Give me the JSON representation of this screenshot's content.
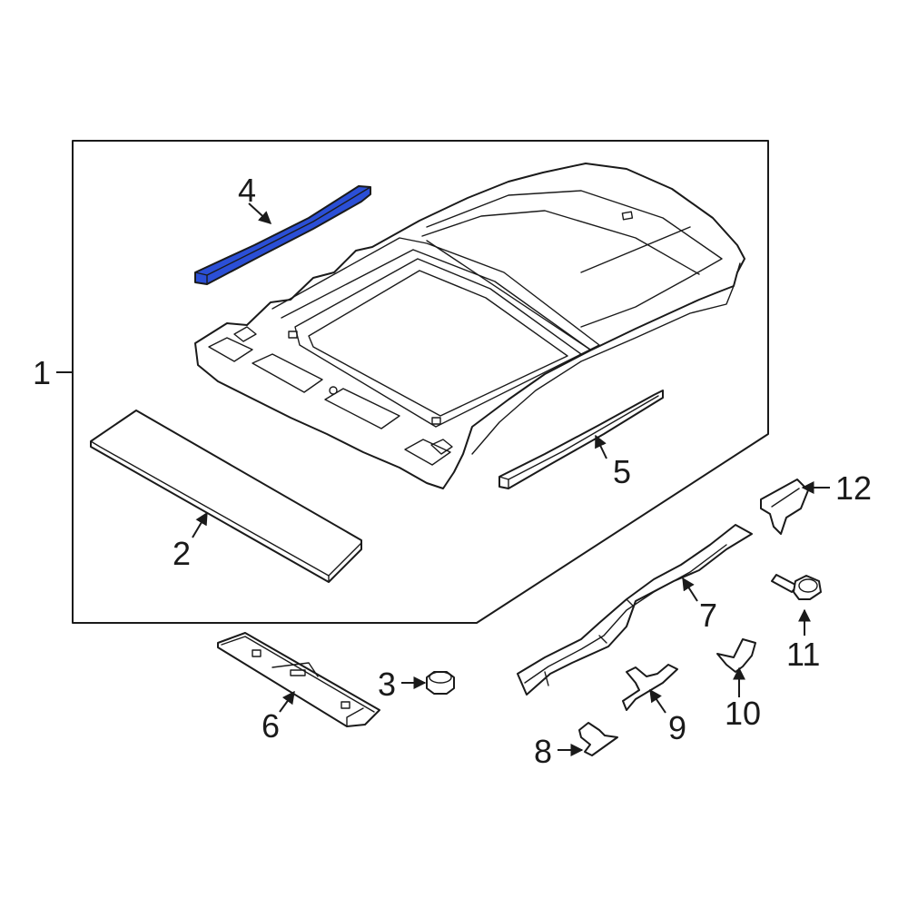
{
  "diagram": {
    "highlight_color": "#2b4fd6",
    "highlighted_part": "4",
    "callouts": [
      "1",
      "2",
      "3",
      "4",
      "5",
      "6",
      "7",
      "8",
      "9",
      "10",
      "11",
      "12"
    ]
  }
}
